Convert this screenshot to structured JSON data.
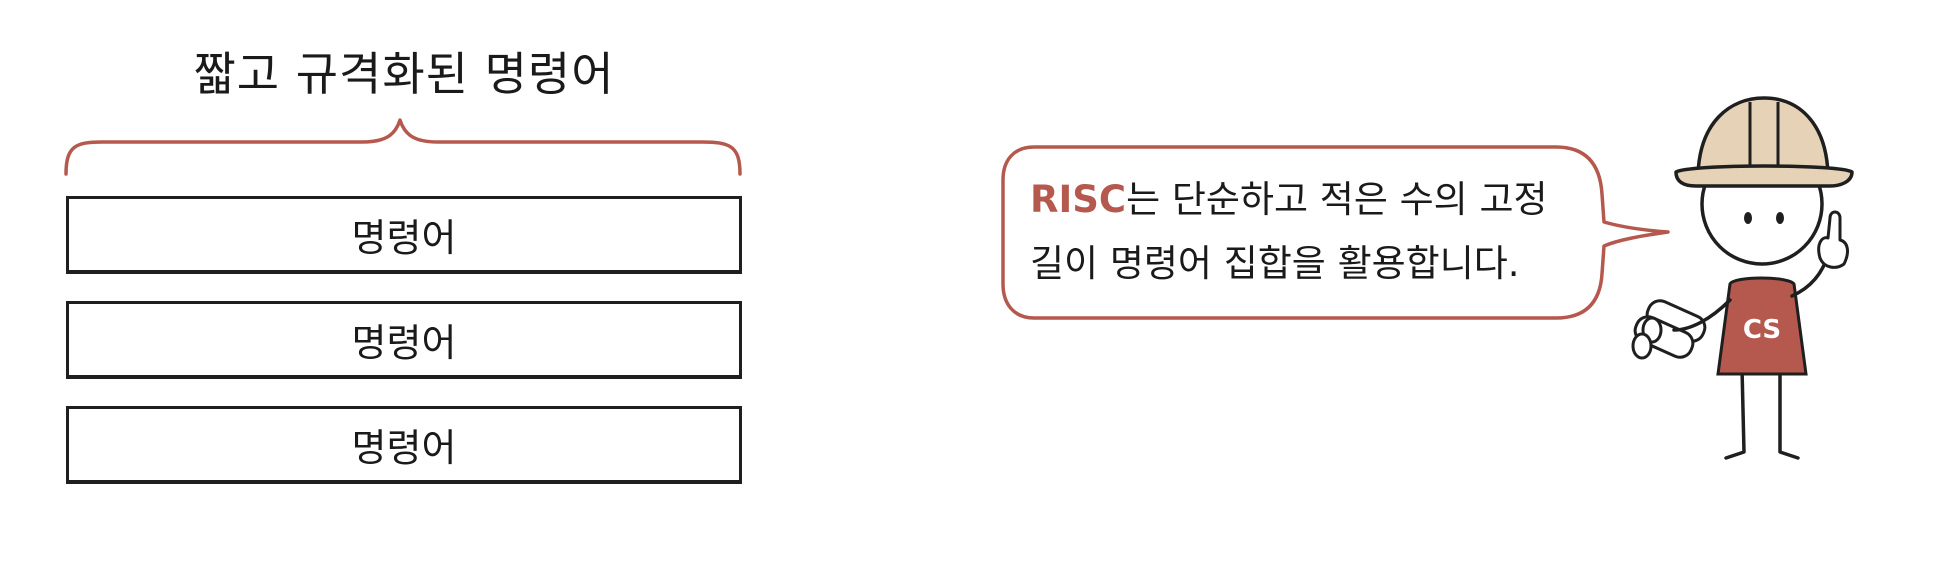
{
  "diagram": {
    "title": "짧고 규격화된 명령어",
    "instructions": [
      "명령어",
      "명령어",
      "명령어"
    ]
  },
  "speech": {
    "highlight": "RISC",
    "line1_rest": "는 단순하고 적은 수의 고정",
    "line2": "길이 명령어 집합을 활용합니다."
  },
  "character": {
    "shirt_label": "CS",
    "icon": "construction-worker-icon"
  },
  "colors": {
    "accent": "#b5584d",
    "shirt": "#b5584d",
    "helmet": "#e6d3b7",
    "ink": "#1f1f1f"
  }
}
